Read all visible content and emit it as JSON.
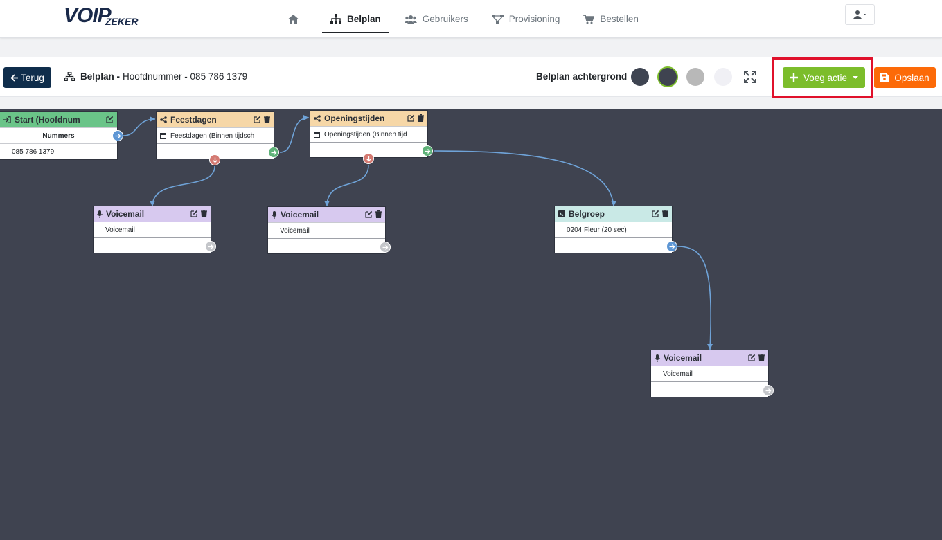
{
  "app": {
    "logo_main": "VOIP",
    "logo_sub": "ZEKER"
  },
  "nav": {
    "home_icon": "home-icon",
    "items": [
      {
        "label": "Belplan",
        "icon": "sitemap-icon",
        "active": true
      },
      {
        "label": "Gebruikers",
        "icon": "users-icon",
        "active": false
      },
      {
        "label": "Provisioning",
        "icon": "network-icon",
        "active": false
      },
      {
        "label": "Bestellen",
        "icon": "cart-icon",
        "active": false
      }
    ]
  },
  "toolbar": {
    "back_label": "Terug",
    "crumb_title": "Belplan -",
    "crumb_sub": "Hoofdnummer - 085 786 1379",
    "bg_label": "Belplan achtergrond",
    "swatches": [
      "#3e4451",
      "#3f4350",
      "#b8b8b8",
      "#f0f0f5"
    ],
    "add_label": "Voeg actie",
    "save_label": "Opslaan"
  },
  "nodes": {
    "start": {
      "title": "Start (Hoofdnum",
      "header_label": "Nummers",
      "number": "085 786 1379"
    },
    "feestdagen": {
      "title": "Feestdagen",
      "row": "Feestdagen (Binnen tijdsch"
    },
    "openingstijden": {
      "title": "Openingstijden",
      "row": "Openingstijden (Binnen tijd"
    },
    "voicemail1": {
      "title": "Voicemail",
      "row": "Voicemail"
    },
    "voicemail2": {
      "title": "Voicemail",
      "row": "Voicemail"
    },
    "belgroep": {
      "title": "Belgroep",
      "row": "0204 Fleur (20 sec)"
    },
    "voicemail3": {
      "title": "Voicemail",
      "row": "Voicemail"
    }
  },
  "colors": {
    "accent_green": "#7cbd2b",
    "save_orange": "#fc6a08",
    "dark_navy": "#0f2d4b",
    "canvas": "#3f4350",
    "wire": "#6fa3d8"
  }
}
